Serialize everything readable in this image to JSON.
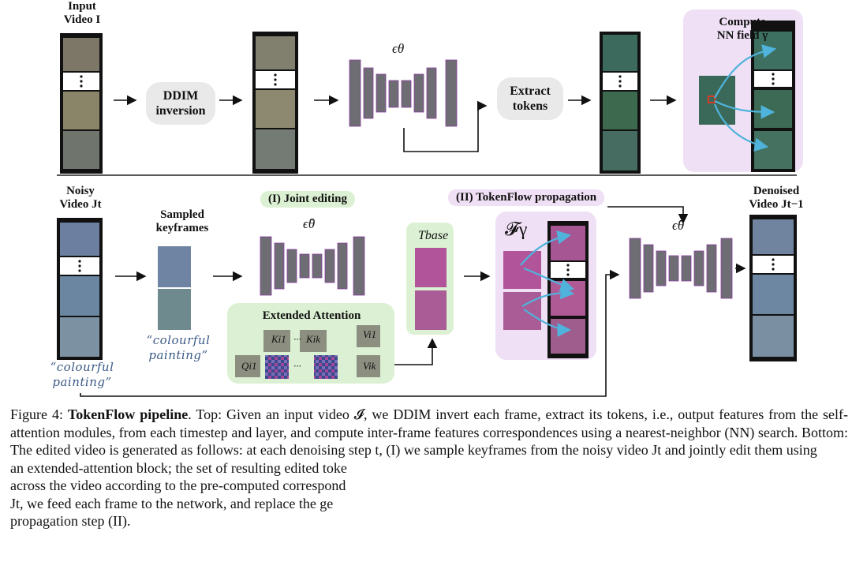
{
  "top": {
    "input_label": "Input\nVideo I",
    "ddim_label": "DDIM\ninversion",
    "epsilon_label": "ϵθ",
    "extract_label": "Extract\ntokens",
    "nn_label": "Compute\nNN field γ"
  },
  "bottom": {
    "noisy_label": "Noisy\nVideo Jt",
    "sampled_label": "Sampled\nkeyframes",
    "joint_editing_label": "(I) Joint editing",
    "epsilon_hat_label": "ϵ̂θ",
    "extended_attention_label": "Extended Attention",
    "t_base_label": "Tbase",
    "tokenflow_label": "(II) TokenFlow propagation",
    "f_gamma_label": "𝓕γ",
    "denoised_label": "Denoised\nVideo Jt−1",
    "prompt_left": "“colourful\npainting”",
    "prompt_mid": "“colourful\npainting”",
    "k1": "Ki1",
    "kk": "Kik",
    "v1": "Vi1",
    "vk": "Vik",
    "q1": "Qi1",
    "dots": "···"
  },
  "caption": {
    "line1_prefix": "Figure 4: ",
    "line1_bold": "TokenFlow pipeline",
    "line1_rest": ". Top: Given an input video 𝓘, we DDIM invert each frame, extract its tokens, i.e., output features from the self-attention modules, from each timestep and layer, and compute inter-frame features correspondences using a nearest-neighbor (NN) search. Bottom: The edited video is generated as follows: at each denoising step t, (I) we sample keyframes from the noisy video Jt and jointly edit them using",
    "line2": "an extended-attention block; the set of resulting edited toke",
    "line3": "across the video according to the pre-computed correspond",
    "line4": "Jt, we feed each frame to the network, and replace the ge",
    "line5": "propagation step (II)."
  },
  "colors": {
    "unet": "#6d6d73",
    "unet_border": "#8a3fa0",
    "green_panel": "#dcf1d3",
    "purple_panel": "#efe0f5",
    "pill": "#e9e9e9",
    "arrow": "#4fb3dc"
  }
}
